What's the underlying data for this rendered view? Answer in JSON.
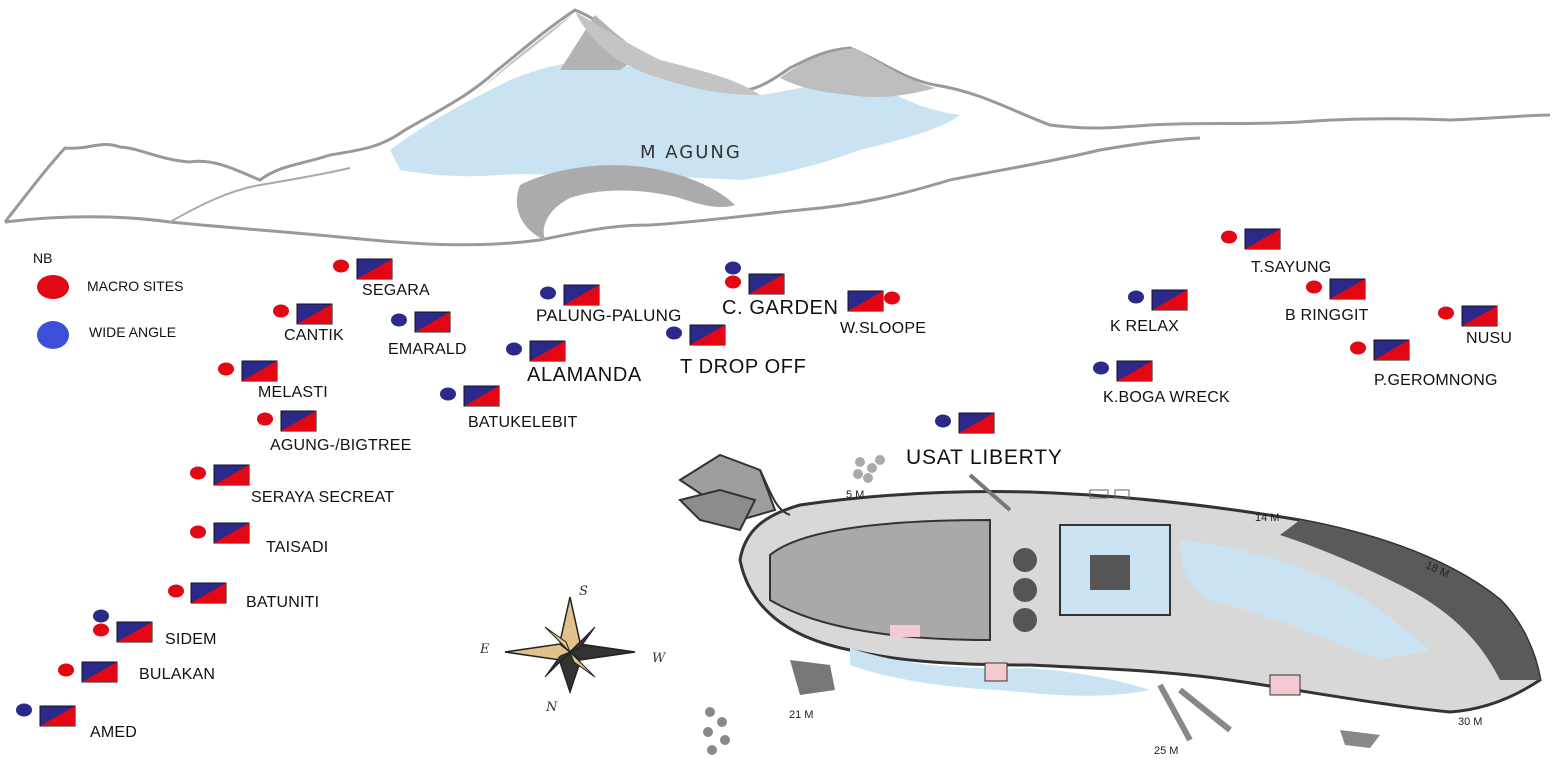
{
  "mountain": {
    "name": "M  AGUNG"
  },
  "legend": {
    "title": "NB",
    "items": [
      {
        "label": "MACRO SITES",
        "color": "#e30613"
      },
      {
        "label": "WIDE ANGLE",
        "color": "#3b4fd8"
      }
    ]
  },
  "colors": {
    "macro": "#e30613",
    "wide": "#2b2a8a",
    "flag_blue": "#2b2a8a",
    "flag_red": "#e30613"
  },
  "sites": [
    {
      "name": "SEGARA"
    },
    {
      "name": "CANTIK"
    },
    {
      "name": "EMARALD"
    },
    {
      "name": "PALUNG-PALUNG"
    },
    {
      "name": "C. GARDEN"
    },
    {
      "name": "W.SLOOPE"
    },
    {
      "name": "ALAMANDA"
    },
    {
      "name": "T DROP OFF"
    },
    {
      "name": "MELASTI"
    },
    {
      "name": "BATUKELEBIT"
    },
    {
      "name": "AGUNG-/BIGTREE"
    },
    {
      "name": "SERAYA SECREAT"
    },
    {
      "name": "TAISADI"
    },
    {
      "name": "BATUNITI"
    },
    {
      "name": "SIDEM"
    },
    {
      "name": "BULAKAN"
    },
    {
      "name": "AMED"
    },
    {
      "name": "T.SAYUNG"
    },
    {
      "name": "B RINGGIT"
    },
    {
      "name": "NUSU"
    },
    {
      "name": "K RELAX"
    },
    {
      "name": "P.GEROMNONG"
    },
    {
      "name": "K.BOGA WRECK"
    },
    {
      "name": "USAT LIBERTY"
    }
  ],
  "wreck": {
    "depths": [
      "5 M",
      "14 M",
      "18 M",
      "21 M",
      "25 M",
      "30 M"
    ]
  },
  "compass": {
    "n": "N",
    "s": "S",
    "e": "E",
    "w": "W"
  }
}
